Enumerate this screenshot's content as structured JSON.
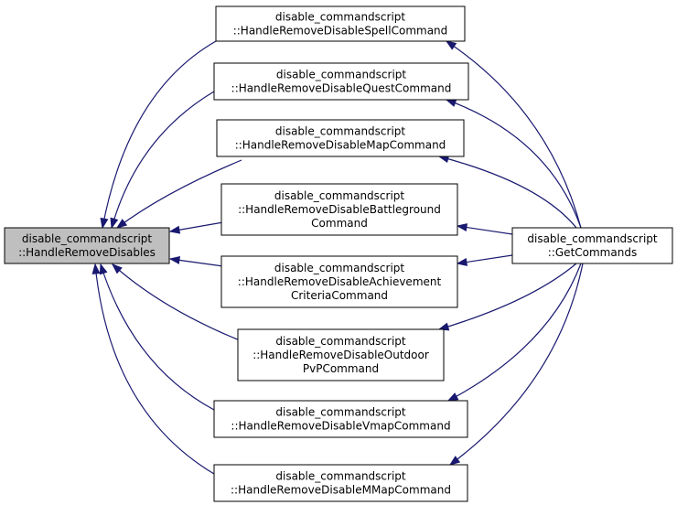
{
  "colors": {
    "edge": "#191970",
    "highlight_fill": "#bfbfbf",
    "node_fill": "#ffffff",
    "node_border": "#000000"
  },
  "nodes": [
    {
      "id": "handle-remove-disables",
      "lines": [
        "disable_commandscript",
        "::HandleRemoveDisables"
      ],
      "highlight": true
    },
    {
      "id": "spell",
      "lines": [
        "disable_commandscript",
        "::HandleRemoveDisableSpellCommand"
      ]
    },
    {
      "id": "quest",
      "lines": [
        "disable_commandscript",
        "::HandleRemoveDisableQuestCommand"
      ]
    },
    {
      "id": "map",
      "lines": [
        "disable_commandscript",
        "::HandleRemoveDisableMapCommand"
      ]
    },
    {
      "id": "battleground",
      "lines": [
        "disable_commandscript",
        "::HandleRemoveDisableBattleground",
        "Command"
      ]
    },
    {
      "id": "achievement",
      "lines": [
        "disable_commandscript",
        "::HandleRemoveDisableAchievement",
        "CriteriaCommand"
      ]
    },
    {
      "id": "outdoorpvp",
      "lines": [
        "disable_commandscript",
        "::HandleRemoveDisableOutdoor",
        "PvPCommand"
      ]
    },
    {
      "id": "vmap",
      "lines": [
        "disable_commandscript",
        "::HandleRemoveDisableVmapCommand"
      ]
    },
    {
      "id": "mmap",
      "lines": [
        "disable_commandscript",
        "::HandleRemoveDisableMMapCommand"
      ]
    },
    {
      "id": "get-commands",
      "lines": [
        "disable_commandscript",
        "::GetCommands"
      ]
    }
  ],
  "edges": [
    {
      "from": "spell",
      "to": "handle-remove-disables"
    },
    {
      "from": "quest",
      "to": "handle-remove-disables"
    },
    {
      "from": "map",
      "to": "handle-remove-disables"
    },
    {
      "from": "battleground",
      "to": "handle-remove-disables"
    },
    {
      "from": "achievement",
      "to": "handle-remove-disables"
    },
    {
      "from": "outdoorpvp",
      "to": "handle-remove-disables"
    },
    {
      "from": "vmap",
      "to": "handle-remove-disables"
    },
    {
      "from": "mmap",
      "to": "handle-remove-disables"
    },
    {
      "from": "get-commands",
      "to": "spell"
    },
    {
      "from": "get-commands",
      "to": "quest"
    },
    {
      "from": "get-commands",
      "to": "map"
    },
    {
      "from": "get-commands",
      "to": "battleground"
    },
    {
      "from": "get-commands",
      "to": "achievement"
    },
    {
      "from": "get-commands",
      "to": "outdoorpvp"
    },
    {
      "from": "get-commands",
      "to": "vmap"
    },
    {
      "from": "get-commands",
      "to": "mmap"
    }
  ]
}
